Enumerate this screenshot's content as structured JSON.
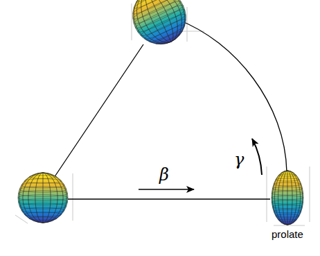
{
  "diagram": {
    "labels": [
      "β",
      "γ",
      "prolate"
    ]
  }
}
